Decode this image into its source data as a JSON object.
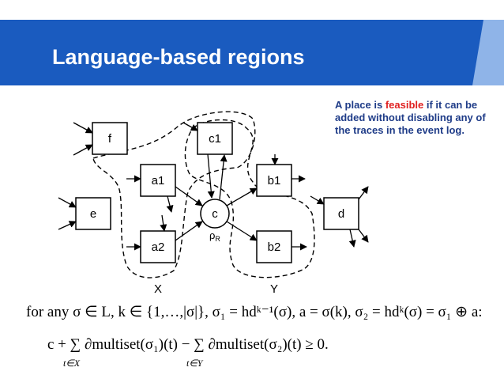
{
  "slide": {
    "title": "Language-based regions",
    "colors": {
      "header_blue": "#1a5bbf",
      "header_light": "#8fb4e8",
      "note_text": "#1f3c88",
      "highlight": "#e02020"
    }
  },
  "note": {
    "prefix": "A place is ",
    "highlight": "feasible",
    "suffix": " if it can be added without disabling any of the traces in the event log."
  },
  "diagram": {
    "transitions": [
      "f",
      "c1",
      "a1",
      "b1",
      "e",
      "d",
      "a2",
      "b2"
    ],
    "place": {
      "label": "c",
      "name": "ρ",
      "name_sub": "R"
    },
    "regions": {
      "x": "X",
      "y": "Y"
    }
  },
  "formula": {
    "line1": "for any σ ∈ L, k ∈ {1,…,|σ|}, σ₁ = hdᵏ⁻¹(σ), a = σ(k), σ₂ = hdᵏ(σ) = σ₁ ⊕ a:",
    "line2": "c + ∑ ∂multiset(σ₁)(t) − ∑ ∂multiset(σ₂)(t) ≥ 0.",
    "sum1_sub": "t∈X",
    "sum2_sub": "t∈Y"
  }
}
